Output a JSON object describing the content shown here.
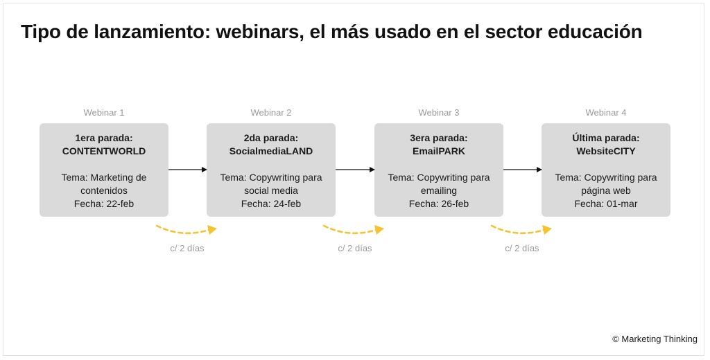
{
  "title": "Tipo de lanzamiento: webinars, el más usado en el sector educación",
  "stages": [
    {
      "label": "Webinar 1",
      "heading_line1": "1era parada:",
      "heading_line2": "CONTENTWORLD",
      "topic": "Tema: Marketing de contenidos",
      "date": "Fecha: 22-feb"
    },
    {
      "label": "Webinar 2",
      "heading_line1": "2da parada:",
      "heading_line2": "SocialmediaLAND",
      "topic": "Tema: Copywriting para social media",
      "date": "Fecha: 24-feb"
    },
    {
      "label": "Webinar 3",
      "heading_line1": "3era parada:",
      "heading_line2": "EmailPARK",
      "topic": "Tema: Copywriting para emailing",
      "date": "Fecha: 26-feb"
    },
    {
      "label": "Webinar 4",
      "heading_line1": "Última parada:",
      "heading_line2": "WebsiteCITY",
      "topic": "Tema: Copywriting para página web",
      "date": "Fecha: 01-mar"
    }
  ],
  "intervals": [
    "c/ 2 días",
    "c/ 2 días",
    "c/ 2 días"
  ],
  "credit": "© Marketing Thinking",
  "colors": {
    "box": "#dadada",
    "accent_dashed_arrow": "#f5c330",
    "label_gray": "#9a9a9a",
    "text": "#111111"
  }
}
